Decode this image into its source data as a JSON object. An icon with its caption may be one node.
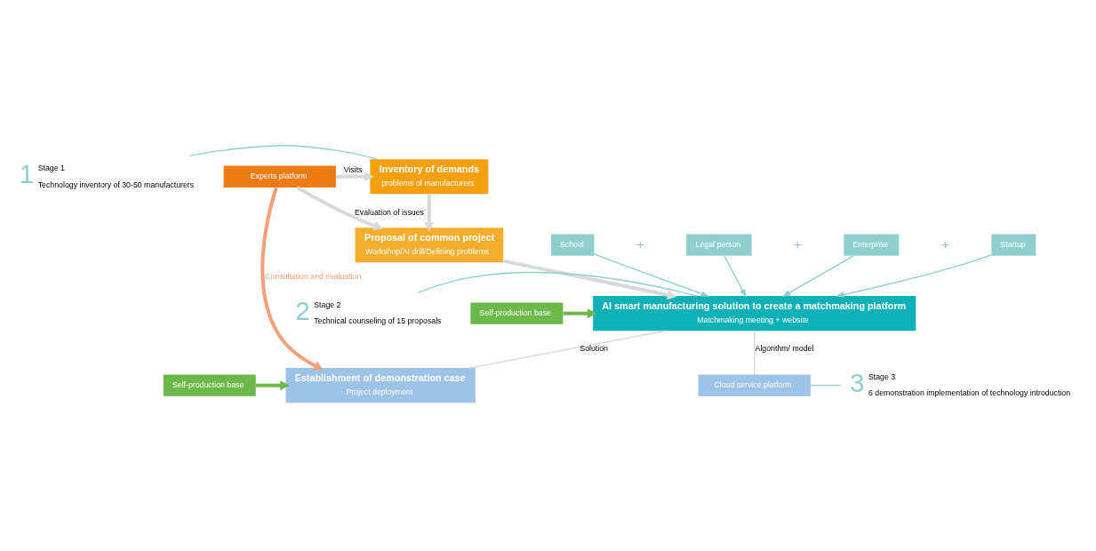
{
  "diagram": {
    "nodes": [
      {
        "text": [
          "1",
          "Stage 1",
          "Technology inventory of 30-50 manufacturers"
        ]
      },
      {
        "text": [
          "Inventory of demands",
          "problems of manufacturers"
        ]
      },
      {
        "text": [
          "Experts platform"
        ]
      },
      {
        "text": [
          "Proposal of common project",
          "Workshop/AI drill/Defining problems"
        ]
      },
      {
        "text": [
          "School"
        ]
      },
      {
        "text": [
          "Legal person"
        ]
      },
      {
        "text": [
          "Enterprise"
        ]
      },
      {
        "text": [
          "Startup"
        ]
      },
      {
        "text": [
          "2",
          "Stage 2",
          "Technical counseling of 15 proposals"
        ]
      },
      {
        "text": [
          "AI smart manufacturing solution to create a matchmaking platform",
          "Matchmaking meeting + website"
        ]
      },
      {
        "text": [
          "Self-production base"
        ]
      },
      {
        "text": [
          "3",
          "Stage 3",
          "6 demonstration implementation of technology introduction"
        ]
      },
      {
        "text": [
          "Cloud service platform"
        ]
      },
      {
        "text": [
          "Establishment of demonstration case",
          "Project deployment"
        ]
      },
      {
        "text": [
          "Self-production base"
        ]
      }
    ],
    "edges": [
      {
        "from": 0,
        "to": 1,
        "arrow": "none"
      },
      {
        "from": 2,
        "to": 1,
        "arrow": "to",
        "label": "Visits",
        "style": "thick",
        "color": "#d9d9d9"
      },
      {
        "from": 1,
        "to": 3,
        "arrow": "to",
        "style": "thick",
        "color": "#d9d9d9"
      },
      {
        "from": 2,
        "to": 3,
        "arrow": "to",
        "label": "Evaluation of issues",
        "style": "thick",
        "color": "#d9d9d9"
      },
      {
        "from": 3,
        "to": 9,
        "arrow": "to",
        "style": "thick",
        "color": "#d9d9d9"
      },
      {
        "from": 4,
        "to": 9,
        "arrow": "to"
      },
      {
        "from": 5,
        "to": 9,
        "arrow": "to"
      },
      {
        "from": 6,
        "to": 9,
        "arrow": "to"
      },
      {
        "from": 7,
        "to": 9,
        "arrow": "to"
      },
      {
        "from": 8,
        "to": 9,
        "arrow": "none"
      },
      {
        "from": 10,
        "to": 9,
        "arrow": "to",
        "style": "thick",
        "color": "#6cb84a"
      },
      {
        "from": 9,
        "to": 12,
        "arrow": "none",
        "label": "Algorithm/ model",
        "color": "#d9d9d9"
      },
      {
        "from": 9,
        "to": 13,
        "arrow": "none",
        "label": "Solution",
        "color": "#d9d9d9"
      },
      {
        "from": 11,
        "to": 12,
        "arrow": "none"
      },
      {
        "from": 14,
        "to": 13,
        "arrow": "to",
        "style": "thick",
        "color": "#6cb84a"
      },
      {
        "from": 2,
        "to": 13,
        "arrow": "to",
        "label": "Consultation and evaluation",
        "style": "thick",
        "color": "#f4a07c"
      }
    ],
    "labels": [
      "+",
      "+",
      "+"
    ]
  }
}
